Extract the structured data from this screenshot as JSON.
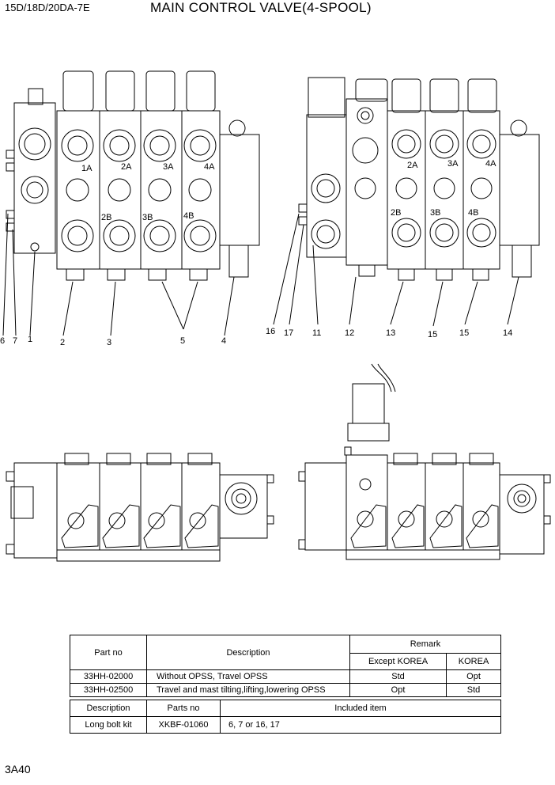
{
  "header": {
    "model": "15D/18D/20DA-7E",
    "title": "MAIN CONTROL VALVE(4-SPOOL)"
  },
  "page_code": "3A40",
  "front_view_left": {
    "port_labels": [
      "1A",
      "2A",
      "3A",
      "4A",
      "2B",
      "3B",
      "4B"
    ],
    "callouts": [
      "6",
      "7",
      "1",
      "2",
      "3",
      "5",
      "4"
    ]
  },
  "front_view_right": {
    "port_labels": [
      "2A",
      "3A",
      "4A",
      "2B",
      "3B",
      "4B"
    ],
    "callouts": [
      "16",
      "17",
      "11",
      "12",
      "13",
      "15",
      "15",
      "14"
    ]
  },
  "parts_table": {
    "headers": {
      "part_no": "Part no",
      "description": "Description",
      "remark": "Remark",
      "except_korea": "Except KOREA",
      "korea": "KOREA"
    },
    "rows": [
      {
        "part_no": "33HH-02000",
        "description": "Without OPSS, Travel OPSS",
        "except_korea": "Std",
        "korea": "Opt"
      },
      {
        "part_no": "33HH-02500",
        "description": "Travel and mast tilting,lifting,lowering OPSS",
        "except_korea": "Opt",
        "korea": "Std"
      }
    ]
  },
  "kit_table": {
    "headers": {
      "description": "Description",
      "parts_no": "Parts no",
      "included": "Included item"
    },
    "rows": [
      {
        "description": "Long bolt kit",
        "parts_no": "XKBF-01060",
        "included": "6, 7 or 16, 17"
      }
    ]
  }
}
